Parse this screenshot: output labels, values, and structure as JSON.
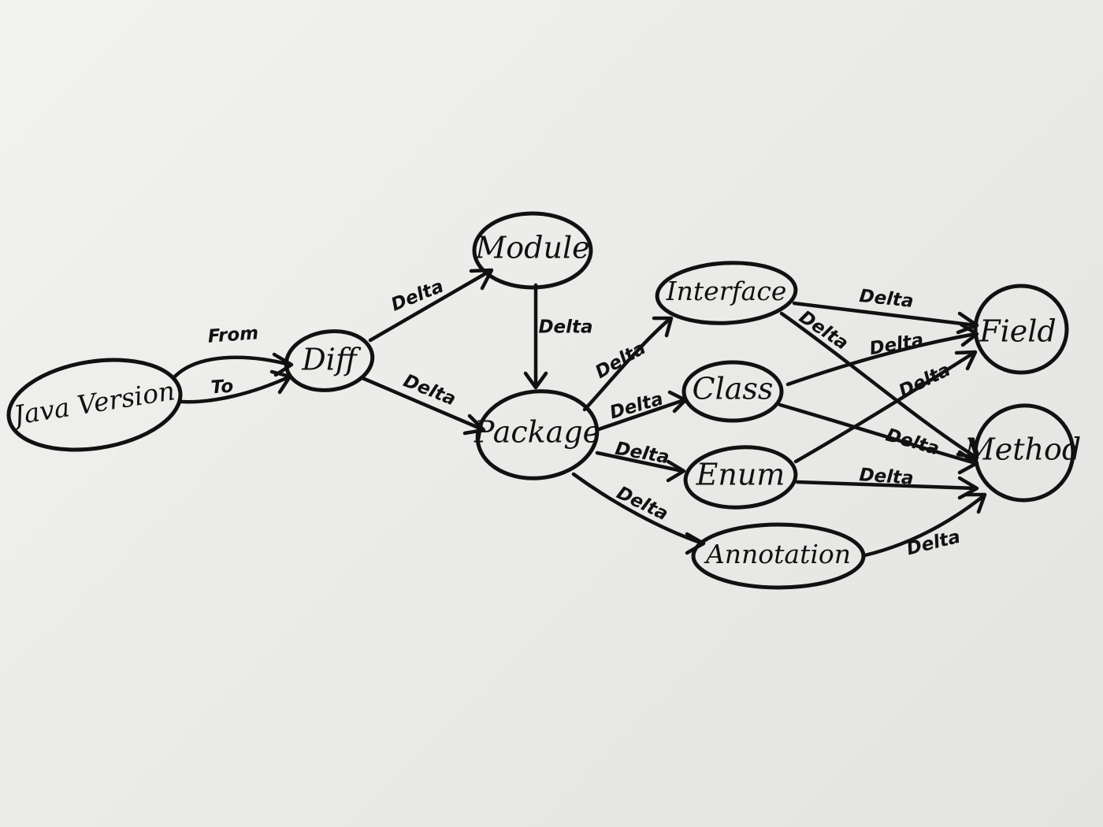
{
  "nodes": {
    "java_version": "Java Version",
    "diff": "Diff",
    "module": "Module",
    "package": "Package",
    "interface": "Interface",
    "class": "Class",
    "enum": "Enum",
    "annotation": "Annotation",
    "field": "Field",
    "method": "Method"
  },
  "edges": {
    "from": "From",
    "to": "To",
    "delta": "Delta"
  }
}
